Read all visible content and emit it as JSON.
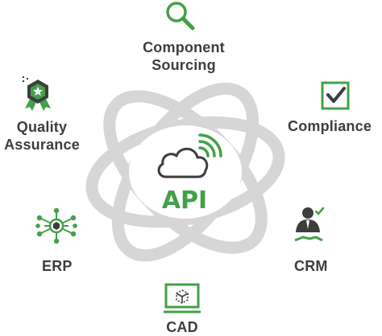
{
  "colors": {
    "accent": "#43a047",
    "dark": "#3d3d3d",
    "orbit": "#d6d6d6"
  },
  "hub": {
    "label": "API",
    "icon": "cloud-wifi-icon"
  },
  "nodes": [
    {
      "label_lines": [
        "Component",
        "Sourcing"
      ],
      "icon": "magnifier-icon"
    },
    {
      "label_lines": [
        "Compliance"
      ],
      "icon": "checkbox-icon"
    },
    {
      "label_lines": [
        "CRM"
      ],
      "icon": "businessman-handshake-icon"
    },
    {
      "label_lines": [
        "CAD"
      ],
      "icon": "monitor-cube-icon"
    },
    {
      "label_lines": [
        "ERP"
      ],
      "icon": "network-hub-icon"
    },
    {
      "label_lines": [
        "Quality",
        "Assurance"
      ],
      "icon": "award-badge-icon"
    }
  ]
}
